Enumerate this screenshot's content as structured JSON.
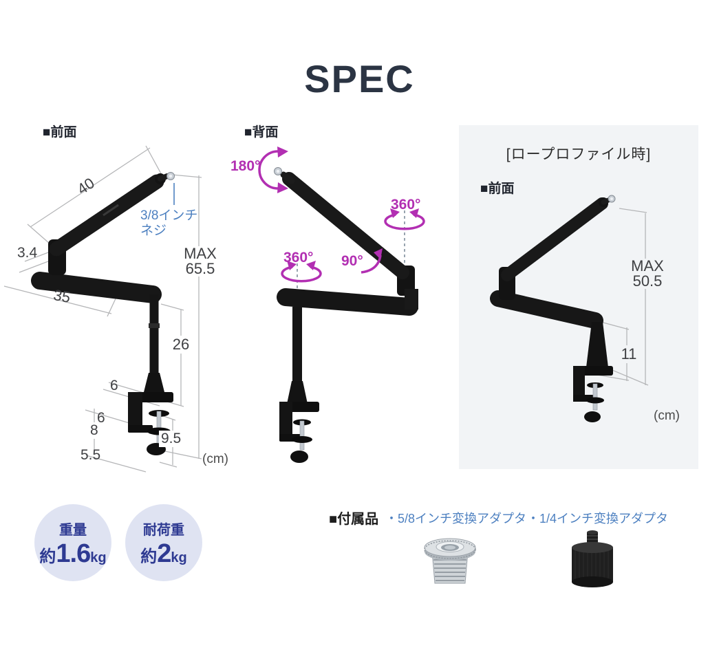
{
  "page": {
    "title": "SPEC"
  },
  "front_view": {
    "section_label": "■前面",
    "screw_note_line1": "3/8インチ",
    "screw_note_line2": "ネジ",
    "dims": {
      "upper_arm": "40",
      "joint": "3.4",
      "lower_arm": "35",
      "pole": "26",
      "clamp_top": "6",
      "clamp_mid": "6",
      "clamp_side": "8",
      "clamp_bottom": "5.5",
      "screw": "9.5",
      "max_label": "MAX",
      "max_value": "65.5"
    },
    "unit": "(cm)"
  },
  "back_view": {
    "section_label": "■背面",
    "angles": {
      "mic_tilt": "180°",
      "arm_swivel": "360°",
      "elbow_bend": "90°",
      "base_swivel": "360°"
    }
  },
  "low_profile": {
    "panel_title": "[ロープロファイル時]",
    "section_label": "■前面",
    "dims": {
      "max_label": "MAX",
      "max_value": "50.5",
      "riser": "11"
    },
    "unit": "(cm)"
  },
  "spec_badges": [
    {
      "label": "重量",
      "approx": "約",
      "value": "1.6",
      "unit": "kg"
    },
    {
      "label": "耐荷重",
      "approx": "約",
      "value": "2",
      "unit": "kg"
    }
  ],
  "accessories": {
    "section_label": "■付属品",
    "item_5_8": "・5/8インチ変換アダプタ",
    "item_1_4": "・1/4インチ変換アダプタ"
  },
  "colors": {
    "accent_magenta": "#b22fb2",
    "accent_blue": "#4d80c0",
    "badge_bg": "#dfe3f2",
    "badge_text": "#2e3a92",
    "panel_bg": "#f2f4f6",
    "title": "#2b3443"
  }
}
